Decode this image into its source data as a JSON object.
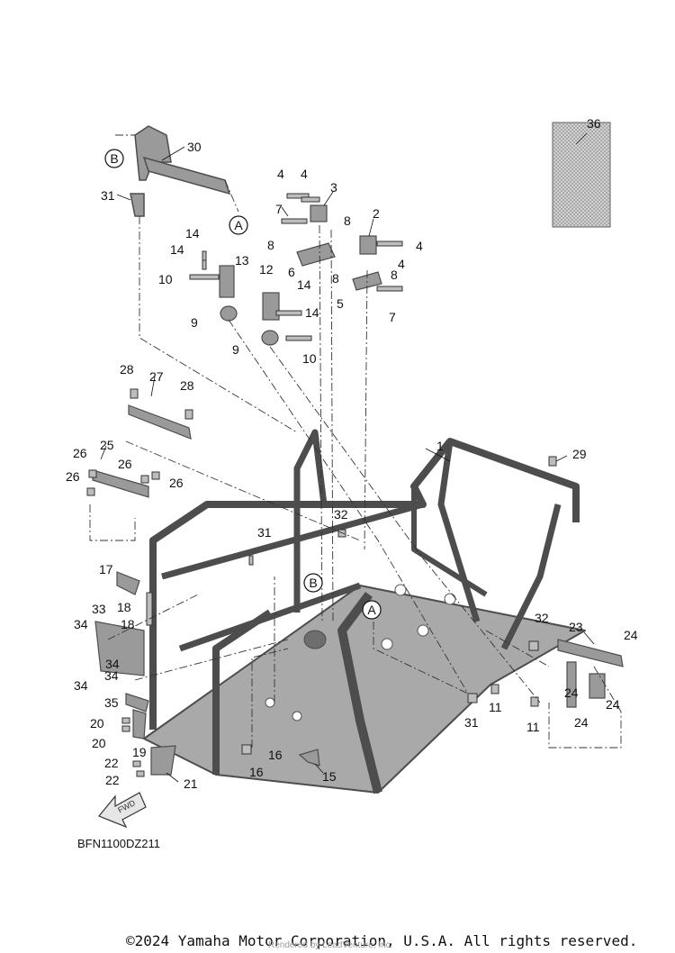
{
  "diagram": {
    "reference_code": "BFN1100DZ211",
    "copyright": "©2024 Yamaha Motor Corporation, U.S.A. All rights reserved.",
    "watermark": "Rendered by LeadVenture, Inc.",
    "fwd_label": "FWD",
    "connector_a": "A",
    "connector_b": "B",
    "callouts": [
      "1",
      "2",
      "3",
      "4",
      "5",
      "6",
      "7",
      "8",
      "9",
      "10",
      "11",
      "12",
      "13",
      "14",
      "15",
      "16",
      "17",
      "18",
      "19",
      "20",
      "21",
      "22",
      "23",
      "24",
      "25",
      "26",
      "27",
      "28",
      "29",
      "30",
      "31",
      "32",
      "33",
      "34",
      "35",
      "36"
    ]
  }
}
